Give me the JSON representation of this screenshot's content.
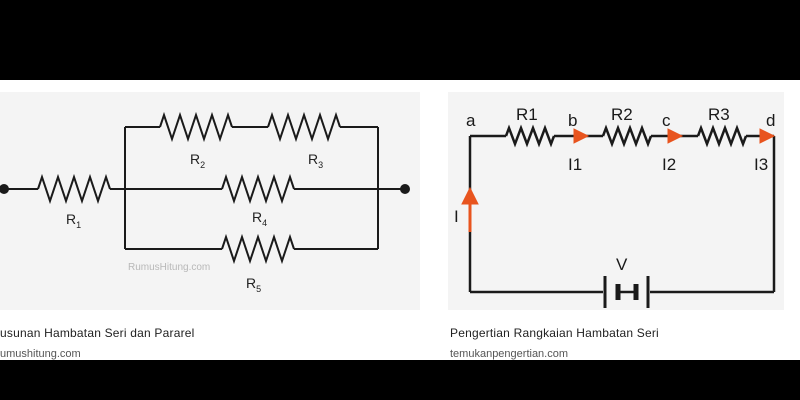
{
  "results": [
    {
      "caption": "usunan Hambatan Seri dan Pararel",
      "source": "umushitung.com",
      "diagram": {
        "labels": {
          "r1": "R",
          "r2": "R",
          "r3": "R",
          "r4": "R",
          "r5": "R"
        },
        "subscripts": {
          "r1": "1",
          "r2": "2",
          "r3": "3",
          "r4": "4",
          "r5": "5"
        },
        "watermark": "RumusHitung.com"
      }
    },
    {
      "caption": "Pengertian Rangkaian Hambatan Seri",
      "source": "temukanpengertian.com",
      "diagram": {
        "nodes": {
          "a": "a",
          "b": "b",
          "c": "c",
          "d": "d"
        },
        "resistors": {
          "r1": "R1",
          "r2": "R2",
          "r3": "R3"
        },
        "currents": {
          "i": "I",
          "i1": "I1",
          "i2": "I2",
          "i3": "I3"
        },
        "voltage": "V"
      }
    }
  ],
  "colors": {
    "wire": "#1a1a1a",
    "arrow": "#e8541e",
    "thumb_bg": "#f4f4f4"
  }
}
